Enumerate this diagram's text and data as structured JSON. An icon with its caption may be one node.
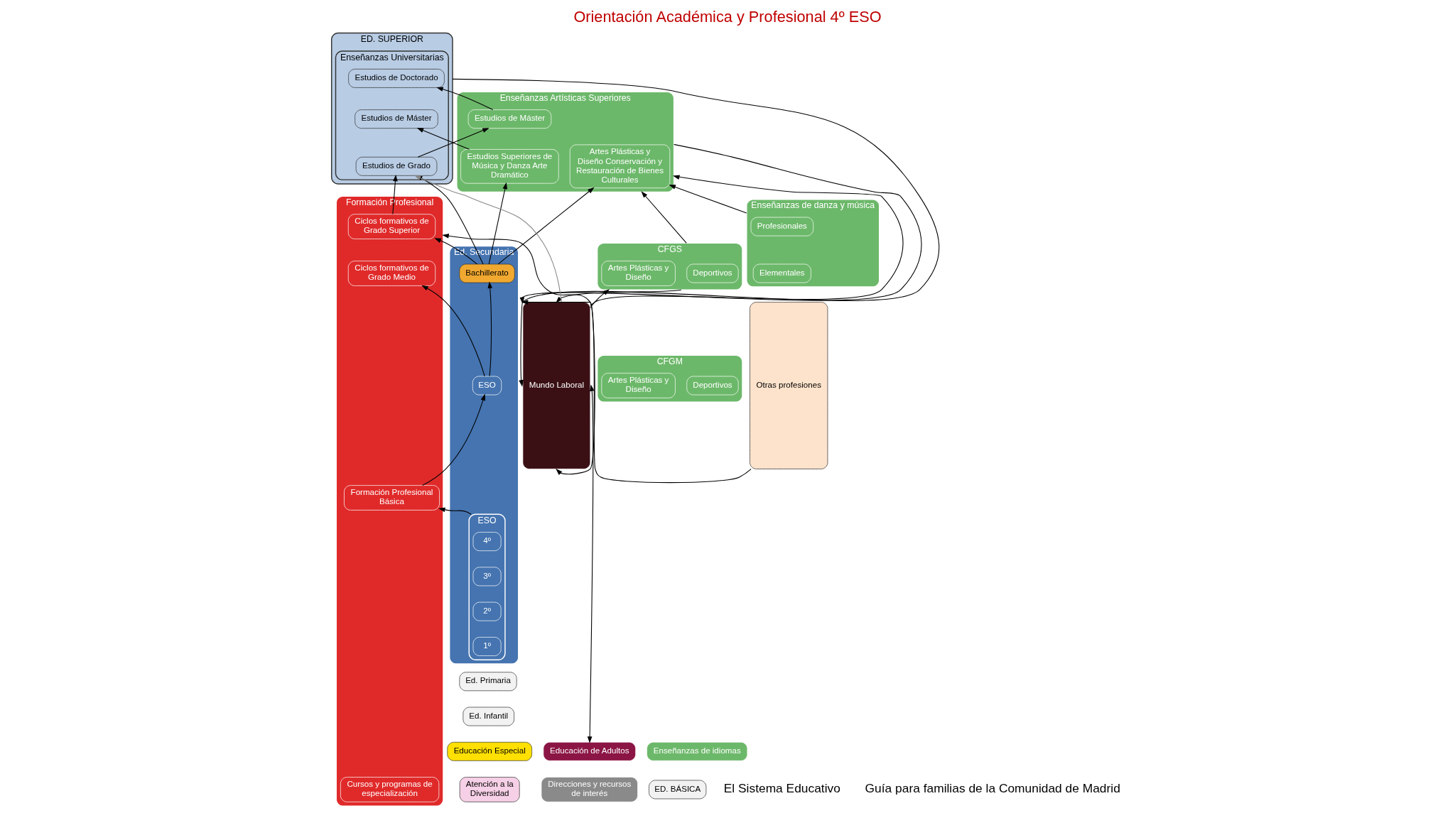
{
  "diagram": {
    "title": "Orientación Académica y Profesional 4º ESO",
    "nodes": [
      {
        "text": [
          "ED. SUPERIOR"
        ]
      },
      {
        "text": [
          "Enseñanzas Universitarias"
        ],
        "in": 0
      },
      {
        "text": [
          "Estudios de Doctorado"
        ],
        "in": 1
      },
      {
        "text": [
          "Estudios de Máster"
        ],
        "in": 1
      },
      {
        "text": [
          "Estudios de Grado"
        ],
        "in": 1
      },
      {
        "text": [
          "Enseñanzas Artísticas Superiores"
        ]
      },
      {
        "text": [
          "Estudios de Máster"
        ],
        "in": 5
      },
      {
        "text": [
          "Estudios Superiores de Música y Danza Arte Dramático"
        ],
        "in": 5
      },
      {
        "text": [
          "Artes Plásticas y Diseño Conservación y Restauración de Bienes Culturales"
        ],
        "in": 5
      },
      {
        "text": [
          "Mundo Laboral"
        ]
      },
      {
        "text": [
          "Otras profesiones"
        ]
      },
      {
        "text": [
          "Formación Profesional"
        ]
      },
      {
        "text": [
          "Ciclos formativos de Grado Superior"
        ],
        "in": 11
      },
      {
        "text": [
          "Ciclos formativos de Grado Medio"
        ],
        "in": 11
      },
      {
        "text": [
          "Formación Profesional Básica"
        ],
        "in": 11
      },
      {
        "text": [
          "Cursos y programas de especialización"
        ],
        "in": 11
      },
      {
        "text": [
          "CFGS"
        ]
      },
      {
        "text": [
          "Deportivos"
        ],
        "in": 16
      },
      {
        "text": [
          "Artes Plásticas y Diseño"
        ],
        "in": 16
      },
      {
        "text": [
          "CFGM"
        ]
      },
      {
        "text": [
          "Deportivos"
        ],
        "in": 19
      },
      {
        "text": [
          "Artes Plásticas y Diseño"
        ],
        "in": 19
      },
      {
        "text": [
          "Enseñanzas de danza y música"
        ]
      },
      {
        "text": [
          "Profesionales"
        ],
        "in": 22
      },
      {
        "text": [
          "Elementales"
        ],
        "in": 22
      },
      {
        "text": [
          "ED. BÁSICA"
        ]
      },
      {
        "text": [
          "Ed. Secundaria"
        ]
      },
      {
        "text": [
          "Bachillerato"
        ],
        "in": 26
      },
      {
        "text": [
          "ESO"
        ],
        "in": 26
      },
      {
        "text": [
          "ESO"
        ],
        "in": 26
      },
      {
        "text": [
          "4º"
        ],
        "in": 28
      },
      {
        "text": [
          "3º"
        ],
        "in": 28
      },
      {
        "text": [
          "2º"
        ],
        "in": 28
      },
      {
        "text": [
          "1º"
        ],
        "in": 28
      },
      {
        "text": [
          "Ed. Primaria"
        ]
      },
      {
        "text": [
          "Ed. Infantil"
        ]
      },
      {
        "text": [
          "Educación Especial"
        ]
      },
      {
        "text": [
          "Enseñanzas de idiomas"
        ]
      },
      {
        "text": [
          "Educación de Adultos"
        ]
      },
      {
        "text": [
          "Atención a la Diversidad"
        ]
      },
      {
        "text": [
          "Direcciones y recursos de interés"
        ]
      }
    ],
    "edges": [
      {
        "from": 29,
        "to": 27,
        "arrow": "to"
      },
      {
        "from": 27,
        "to": 4,
        "arrow": "to"
      },
      {
        "from": 27,
        "to": 7,
        "arrow": "to"
      },
      {
        "from": 27,
        "to": 8,
        "arrow": "to"
      },
      {
        "from": 27,
        "to": 12,
        "arrow": "to"
      },
      {
        "from": 29,
        "to": 13,
        "arrow": "to"
      },
      {
        "from": 14,
        "to": 29,
        "arrow": "to"
      },
      {
        "from": 28,
        "to": 14,
        "arrow": "to"
      },
      {
        "from": 12,
        "to": 4,
        "arrow": "to"
      },
      {
        "from": 4,
        "to": 6,
        "arrow": "to"
      },
      {
        "from": 7,
        "to": 3,
        "arrow": "to"
      },
      {
        "from": 6,
        "to": 2,
        "arrow": "to"
      },
      {
        "from": 0,
        "to": 9,
        "arrow": "to"
      },
      {
        "from": 5,
        "to": 9,
        "arrow": "to"
      },
      {
        "from": 9,
        "to": 5,
        "arrow": "to"
      },
      {
        "from": 10,
        "to": 9,
        "arrow": "to"
      },
      {
        "from": 9,
        "to": 4,
        "arrow": "to",
        "color": "#888888"
      },
      {
        "from": 22,
        "to": 8,
        "arrow": "to"
      },
      {
        "from": 16,
        "to": 5,
        "arrow": "to"
      },
      {
        "from": 16,
        "to": 9,
        "arrow": "to"
      },
      {
        "from": 9,
        "to": 16,
        "arrow": "to"
      },
      {
        "from": 11,
        "to": 9,
        "arrow": "both"
      },
      {
        "from": 38,
        "to": 9,
        "arrow": "both"
      }
    ],
    "labels": [
      "El Sistema Educativo",
      "Guía para familias de la Comunidad de Madrid"
    ]
  }
}
